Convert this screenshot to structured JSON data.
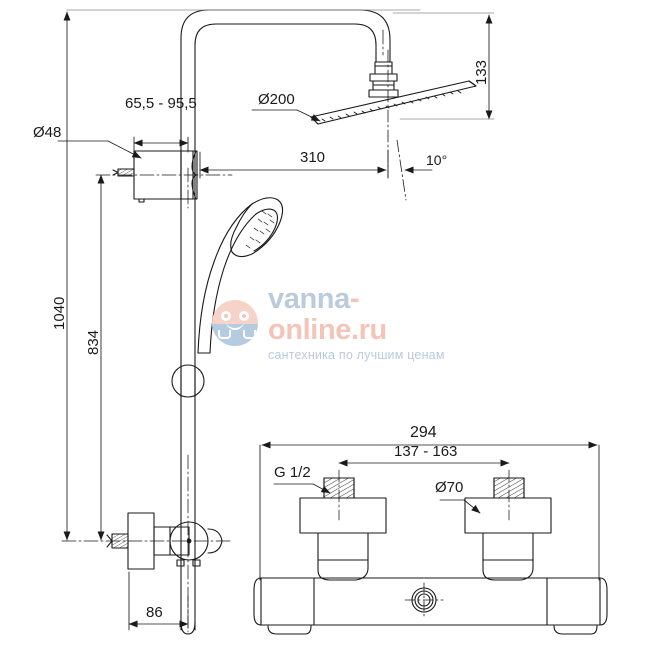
{
  "document": {
    "type": "technical-dimension-drawing",
    "subject": "Shower column with thermostatic mixer",
    "units": "mm",
    "line_color": "#1a1a1a",
    "background": "#ffffff"
  },
  "dimensions": {
    "total_height": "1040",
    "rail_height": "834",
    "head_drop": "133",
    "head_reach": "310",
    "head_diameter": "Ø200",
    "head_tilt": "10°",
    "bracket_range": "65,5 - 95,5",
    "bracket_diameter": "Ø48",
    "base_depth": "86",
    "mixer_width": "294",
    "inlet_spacing": "137 - 163",
    "inlet_thread": "G 1/2",
    "escutcheon_diameter": "Ø70"
  },
  "watermark": {
    "brand_part1": "vanna",
    "brand_part2": "-online.ru",
    "tagline": "сантехника по лучшим ценам",
    "color_blue": "#b9cbdd",
    "color_pink": "#f3c4b7"
  }
}
